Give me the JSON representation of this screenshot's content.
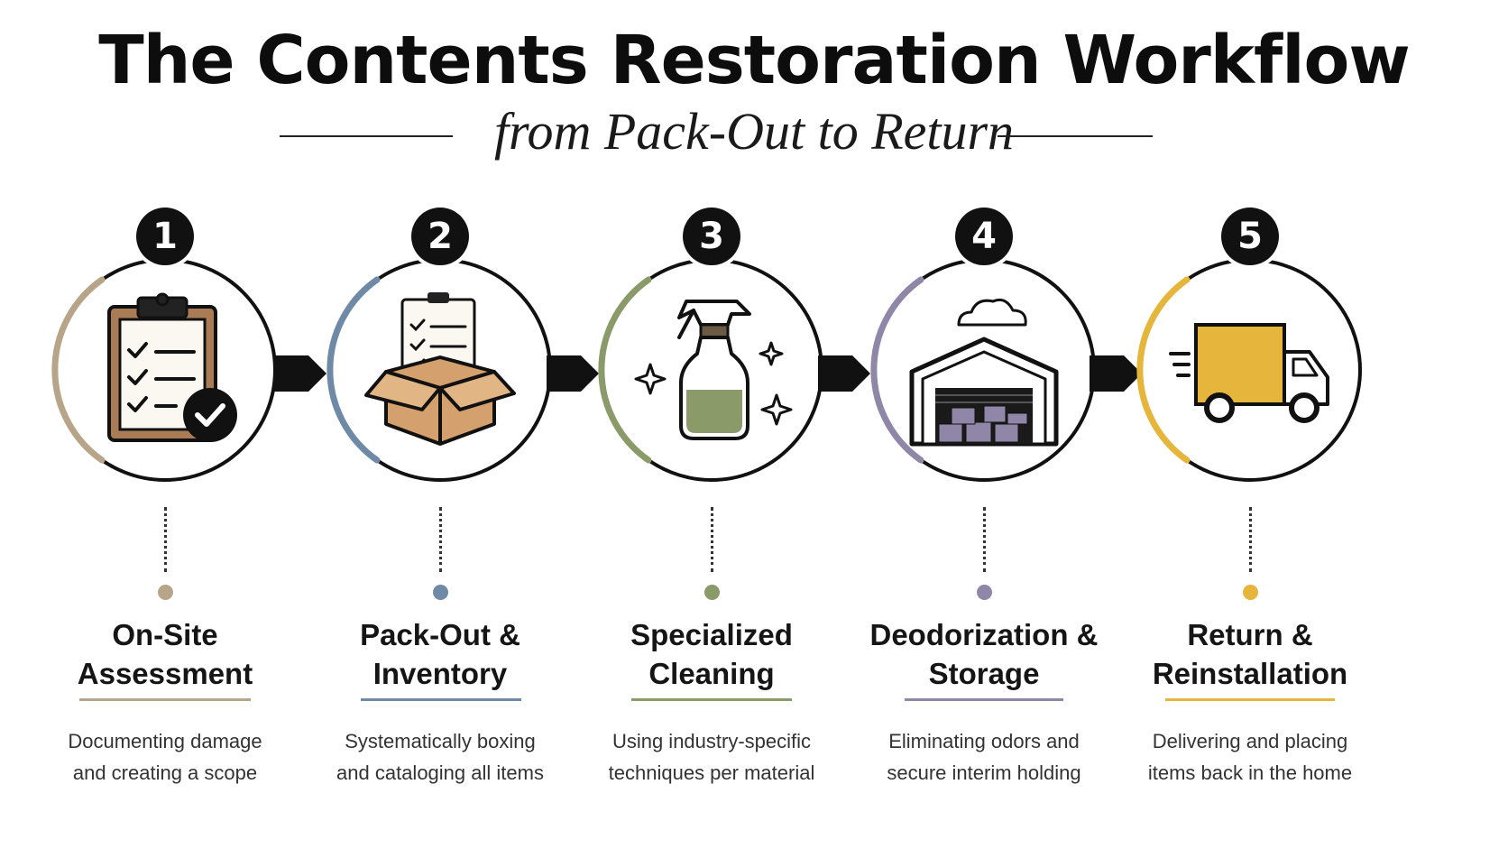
{
  "header": {
    "title": "The Contents Restoration Workflow",
    "subtitle": "from Pack-Out to Return"
  },
  "steps": [
    {
      "number": "1",
      "title_line1": "On-Site",
      "title_line2": "Assessment",
      "desc_line1": "Documenting damage",
      "desc_line2": "and creating a scope",
      "color": "#b8a589",
      "icon": "clipboard-check-icon"
    },
    {
      "number": "2",
      "title_line1": "Pack-Out &",
      "title_line2": "Inventory",
      "desc_line1": "Systematically boxing",
      "desc_line2": "and cataloging all items",
      "color": "#6e8aa6",
      "icon": "box-checklist-icon"
    },
    {
      "number": "3",
      "title_line1": "Specialized",
      "title_line2": "Cleaning",
      "desc_line1": "Using industry-specific",
      "desc_line2": "techniques per material",
      "color": "#8a9a68",
      "icon": "spray-bottle-icon"
    },
    {
      "number": "4",
      "title_line1": "Deodorization &",
      "title_line2": "Storage",
      "desc_line1": "Eliminating odors and",
      "desc_line2": "secure interim holding",
      "color": "#8f86a8",
      "icon": "warehouse-icon"
    },
    {
      "number": "5",
      "title_line1": "Return &",
      "title_line2": "Reinstallation",
      "desc_line1": "Delivering and placing",
      "desc_line2": "items back in the home",
      "color": "#e6b53b",
      "icon": "delivery-truck-icon"
    }
  ]
}
